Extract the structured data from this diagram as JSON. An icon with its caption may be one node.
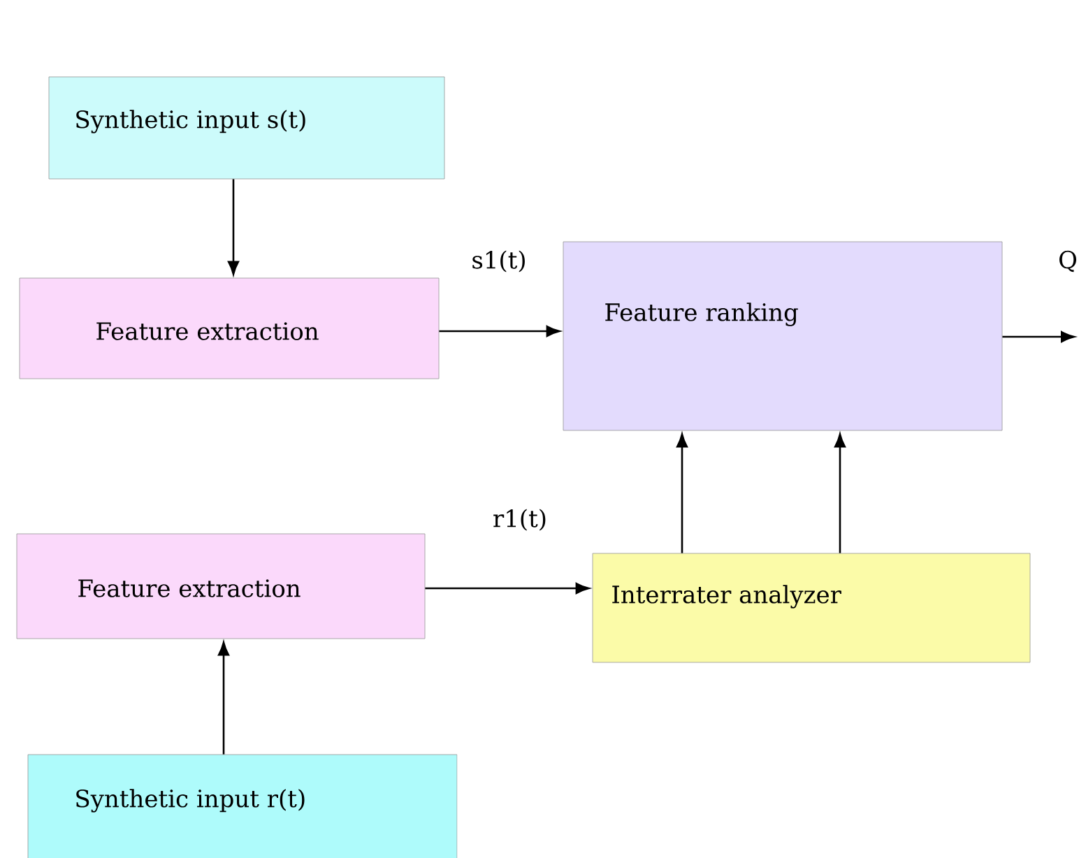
{
  "diagram": {
    "nodes": [
      {
        "text": [
          "Synthetic input s(t)"
        ]
      },
      {
        "text": [
          "Feature extraction"
        ]
      },
      {
        "text": [
          "Feature ranking"
        ]
      },
      {
        "text": [
          "Feature extraction"
        ]
      },
      {
        "text": [
          "Interrater analyzer"
        ]
      },
      {
        "text": [
          "Synthetic input r(t)"
        ]
      }
    ],
    "edges": [
      {
        "from": 0,
        "to": 1,
        "arrow": "to"
      },
      {
        "from": 1,
        "to": 2,
        "arrow": "to",
        "label": "s1(t)"
      },
      {
        "from": 5,
        "to": 3,
        "arrow": "to"
      },
      {
        "from": 3,
        "to": 4,
        "arrow": "to",
        "label": "r1(t)"
      },
      {
        "from": 4,
        "to": 2,
        "arrow": "to"
      },
      {
        "from": 4,
        "to": 2,
        "arrow": "to"
      },
      {
        "from": 2,
        "to": null,
        "arrow": "to",
        "label": "Q"
      }
    ]
  }
}
